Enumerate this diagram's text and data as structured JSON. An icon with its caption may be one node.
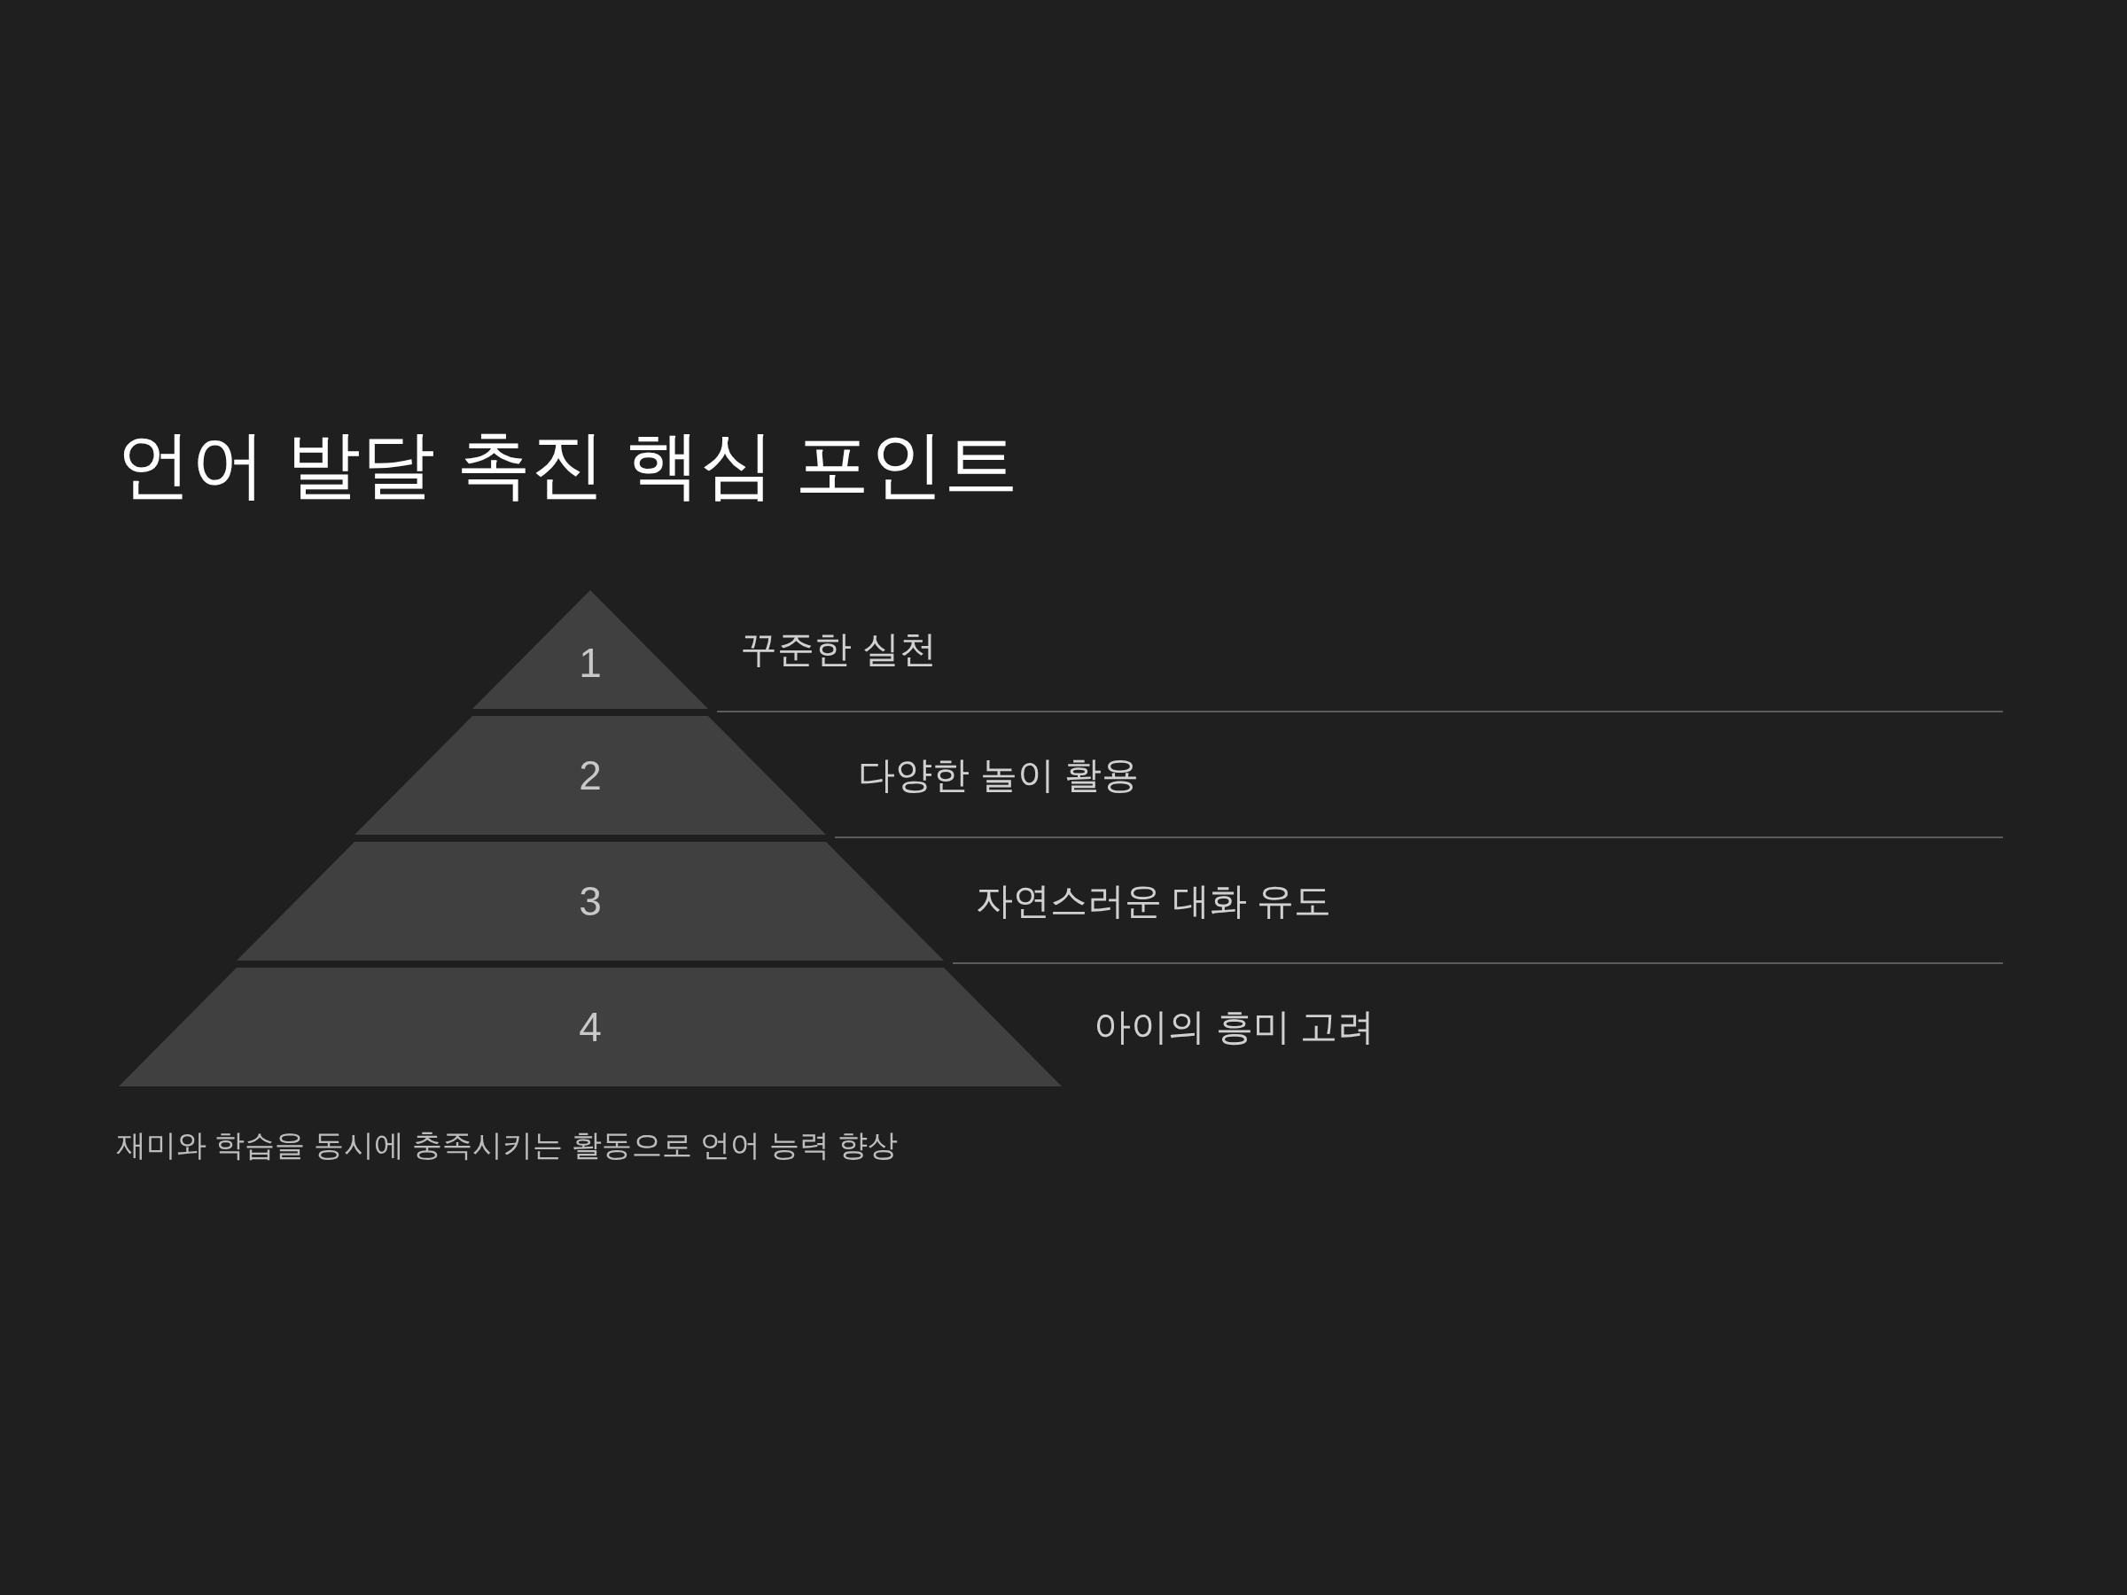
{
  "diagram": {
    "title": "언어 발달 촉진 핵심 포인트",
    "nodes": [
      {
        "text": [
          "1"
        ],
        "beside": [
          "꾸준한 실천"
        ]
      },
      {
        "text": [
          "2"
        ],
        "beside": [
          "다양한 놀이 활용"
        ]
      },
      {
        "text": [
          "3"
        ],
        "beside": [
          "자연스러운 대화 유도"
        ]
      },
      {
        "text": [
          "4"
        ],
        "beside": [
          "아이의 흥미 고려"
        ]
      }
    ],
    "caption": "재미와 학습을 동시에 충족시키는 활동으로 언어 능력 향상"
  }
}
